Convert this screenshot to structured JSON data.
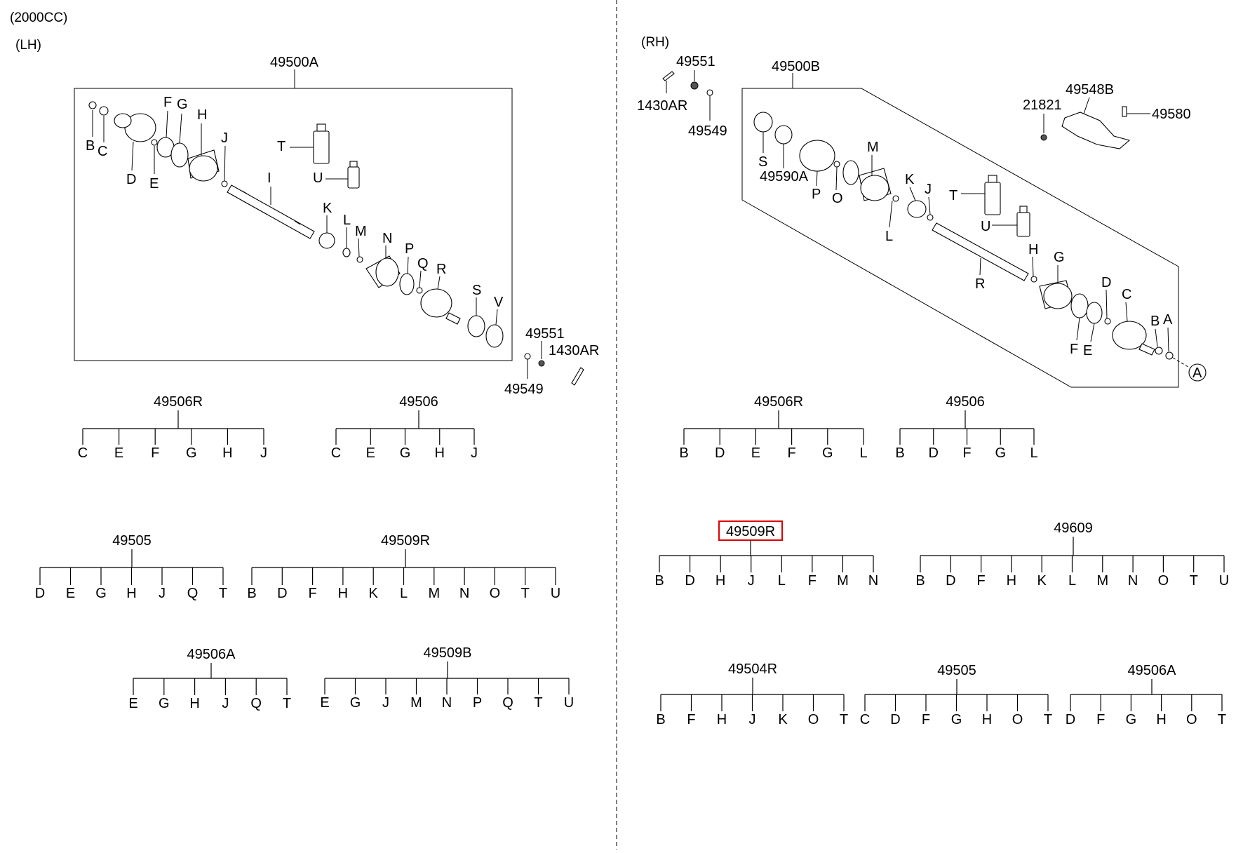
{
  "header": {
    "engine": "(2000CC)",
    "left_side": "(LH)",
    "right_side": "(RH)"
  },
  "colors": {
    "line": "#000000",
    "highlight": "#e00000",
    "background": "#ffffff"
  },
  "lh": {
    "assembly": "49500A",
    "parts": [
      "B",
      "C",
      "D",
      "E",
      "F",
      "G",
      "H",
      "J",
      "I",
      "K",
      "L",
      "M",
      "N",
      "P",
      "Q",
      "R",
      "S",
      "V",
      "T",
      "U"
    ],
    "outside": [
      "49551",
      "1430AR",
      "49549"
    ]
  },
  "rh": {
    "assembly": "49500B",
    "parts": [
      "S",
      "49590A",
      "P",
      "O",
      "M",
      "K",
      "J",
      "L",
      "T",
      "U",
      "R",
      "H",
      "G",
      "D",
      "C",
      "B",
      "A",
      "F",
      "E"
    ],
    "outside": [
      "1430AR",
      "49551",
      "49549",
      "21821",
      "49548B",
      "49580"
    ],
    "callout": "A"
  },
  "kits": [
    {
      "code": "49506R",
      "items": [
        "C",
        "E",
        "F",
        "G",
        "H",
        "J"
      ]
    },
    {
      "code": "49506",
      "items": [
        "C",
        "E",
        "G",
        "H",
        "J"
      ]
    },
    {
      "code": "49505",
      "items": [
        "D",
        "E",
        "G",
        "H",
        "J",
        "Q",
        "T"
      ]
    },
    {
      "code": "49509R",
      "items": [
        "B",
        "D",
        "F",
        "H",
        "K",
        "L",
        "M",
        "N",
        "O",
        "T",
        "U"
      ]
    },
    {
      "code": "49506A",
      "items": [
        "E",
        "G",
        "H",
        "J",
        "Q",
        "T"
      ]
    },
    {
      "code": "49509B",
      "items": [
        "E",
        "G",
        "J",
        "M",
        "N",
        "P",
        "Q",
        "T",
        "U"
      ]
    },
    {
      "code": "49506R",
      "items": [
        "B",
        "D",
        "E",
        "F",
        "G",
        "L"
      ]
    },
    {
      "code": "49506",
      "items": [
        "B",
        "D",
        "F",
        "G",
        "L"
      ]
    },
    {
      "code": "49509R",
      "items": [
        "B",
        "D",
        "H",
        "J",
        "L",
        "F",
        "M",
        "N"
      ],
      "highlighted": true
    },
    {
      "code": "49609",
      "items": [
        "B",
        "D",
        "F",
        "H",
        "K",
        "L",
        "M",
        "N",
        "O",
        "T",
        "U"
      ]
    },
    {
      "code": "49504R",
      "items": [
        "B",
        "F",
        "H",
        "J",
        "K",
        "O",
        "T"
      ]
    },
    {
      "code": "49505",
      "items": [
        "C",
        "D",
        "F",
        "G",
        "H",
        "O",
        "T"
      ]
    },
    {
      "code": "49506A",
      "items": [
        "D",
        "F",
        "G",
        "H",
        "O",
        "T"
      ]
    }
  ]
}
